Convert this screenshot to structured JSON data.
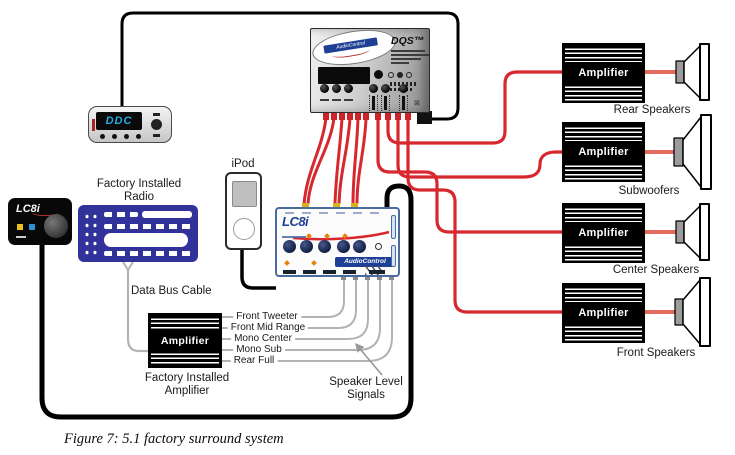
{
  "figure": {
    "caption": "Figure 7: 5.1 factory surround system"
  },
  "devices": {
    "dqs": {
      "name": "DQS™",
      "brand": "AudioControl"
    },
    "ddc_remote": {
      "name": "DDC"
    },
    "lc8i_remote": {
      "name": "LC8i"
    },
    "factory_radio": {
      "label_line1": "Factory Installed",
      "label_line2": "Radio"
    },
    "ipod": {
      "label": "iPod"
    },
    "lc8i": {
      "name": "LC8i",
      "brand": "AudioControl"
    },
    "factory_amplifier": {
      "text": "Amplifier",
      "label_line1": "Factory Installed",
      "label_line2": "Amplifier"
    }
  },
  "amplifiers": [
    {
      "text": "Amplifier",
      "speaker_label": "Rear Speakers"
    },
    {
      "text": "Amplifier",
      "speaker_label": "Subwoofers"
    },
    {
      "text": "Amplifier",
      "speaker_label": "Center Speakers"
    },
    {
      "text": "Amplifier",
      "speaker_label": "Front Speakers"
    }
  ],
  "wire_labels": [
    "Front Tweeter",
    "Front Mid Range",
    "Mono Center",
    "Mono Sub",
    "Rear Full"
  ],
  "annotations": {
    "data_bus": "Data Bus Cable",
    "speaker_level_line1": "Speaker Level",
    "speaker_level_line2": "Signals"
  },
  "colors": {
    "wire_red": "#d7282f",
    "wire_salmon": "#e4695e",
    "wire_gray": "#b3b3b3",
    "wire_black": "#000000",
    "radio_blue": "#32329b",
    "lc8i_border_blue": "#4a6b9e",
    "logo_blue": "#1d3f94",
    "ddc_text_blue": "#29abe2"
  }
}
